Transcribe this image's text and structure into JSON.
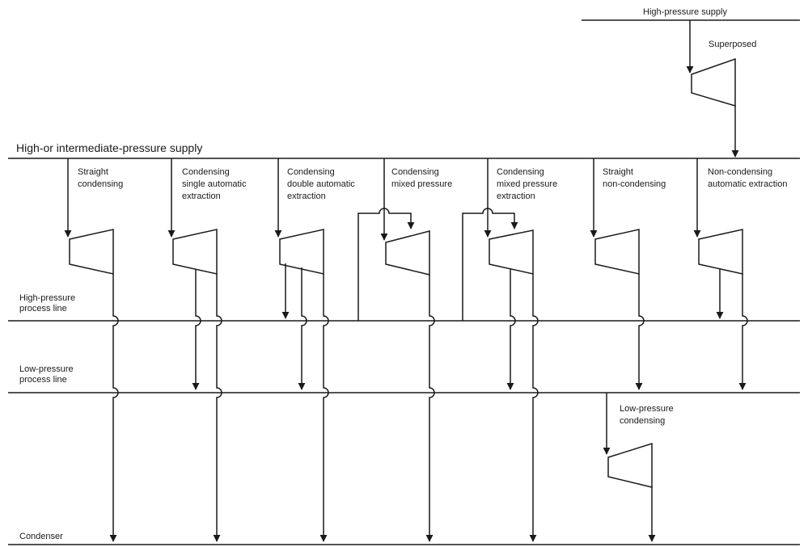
{
  "supply": {
    "high_pressure_title": "High-pressure supply",
    "superposed_label": "Superposed",
    "main_title": "High-or intermediate-pressure supply"
  },
  "lines": {
    "hp_process": [
      "High-pressure",
      "process line"
    ],
    "lp_process": [
      "Low-pressure",
      "process line"
    ],
    "condenser": "Condenser"
  },
  "turbines": [
    {
      "lines": [
        "Straight",
        "condensing"
      ]
    },
    {
      "lines": [
        "Condensing",
        "single automatic",
        "extraction"
      ]
    },
    {
      "lines": [
        "Condensing",
        "double automatic",
        "extraction"
      ]
    },
    {
      "lines": [
        "Condensing",
        "mixed pressure"
      ]
    },
    {
      "lines": [
        "Condensing",
        "mixed pressure",
        "extraction"
      ]
    },
    {
      "lines": [
        "Straight",
        "non-condensing"
      ]
    },
    {
      "lines": [
        "Non-condensing",
        "automatic extraction"
      ]
    }
  ],
  "lp_condensing_label": [
    "Low-pressure",
    "condensing"
  ],
  "colors": {
    "line": "#1a1a1a",
    "background": "#ffffff"
  }
}
